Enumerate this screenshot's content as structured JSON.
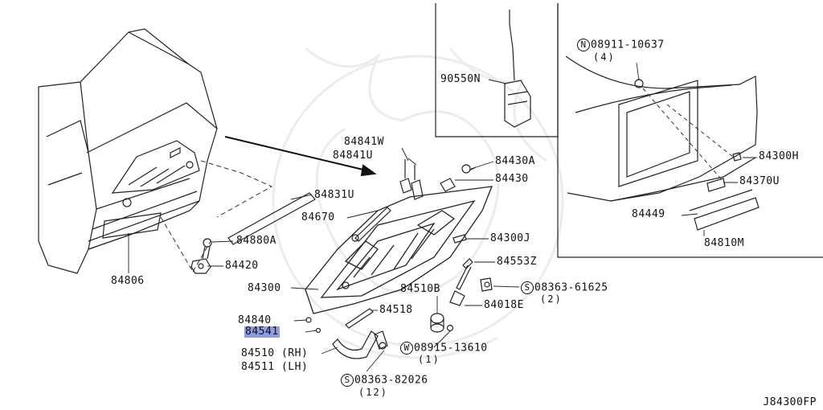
{
  "diagram_code": "J84300FP",
  "callouts": {
    "p84806": "84806",
    "p84880A": "84880A",
    "p84420": "84420",
    "p84831U": "84831U",
    "p84670": "84670",
    "p84841W": "84841W",
    "p84841U": "84841U",
    "p84430A": "84430A",
    "p84430": "84430",
    "p84300J": "84300J",
    "p84553Z": "84553Z",
    "p84300": "84300",
    "p84510B": "84510B",
    "p84018E": "84018E",
    "p84518": "84518",
    "p84840": "84840",
    "p84541": "84541",
    "p84510RH": "84510 (RH)",
    "p84511LH": "84511 (LH)",
    "p90550N": "90550N",
    "p84300H": "84300H",
    "p84370U": "84370U",
    "p84449": "84449",
    "p84810M": "84810M"
  },
  "hardware": {
    "n08911": {
      "prefix": "N",
      "part": "08911-10637",
      "qty": "(4)"
    },
    "s08363_61625": {
      "prefix": "S",
      "part": "08363-61625",
      "qty": "(2)"
    },
    "w08915": {
      "prefix": "W",
      "part": "08915-13610",
      "qty": "(1)"
    },
    "s08363_82026": {
      "prefix": "S",
      "part": "08363-82026",
      "qty": "(12)"
    }
  },
  "highlight_color": "#8f9de0"
}
